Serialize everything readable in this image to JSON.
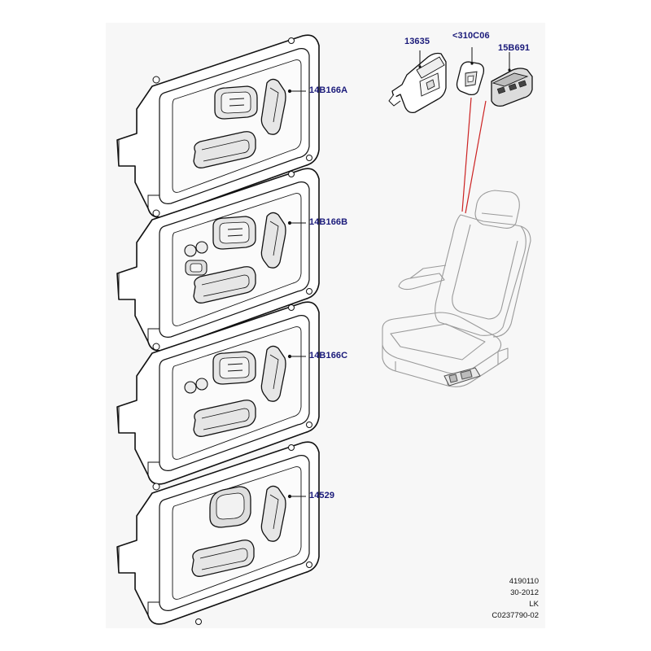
{
  "callouts": {
    "switch_a": "14B166A",
    "switch_b": "14B166B",
    "switch_c": "14B166C",
    "switch_d": "14529",
    "part_13635": "13635",
    "part_310c06": "<310C06",
    "part_15b691": "15B691"
  },
  "meta": {
    "line1": "4190110",
    "line2": "30-2012",
    "line3": "LK",
    "line4": "C0237790-02"
  },
  "colors": {
    "callout_text": "#1a1a7a",
    "leader_line": "#cc2222",
    "stroke": "#111111",
    "panel_bg": "#f7f7f7",
    "seat_stroke": "#9a9a9a"
  }
}
